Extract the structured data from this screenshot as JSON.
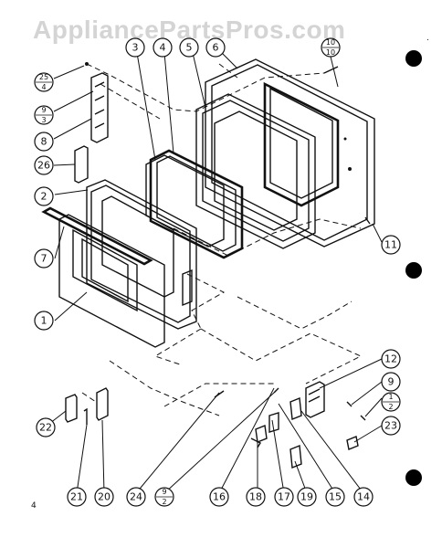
{
  "watermark": "AppliancePartsPros.com",
  "page_number": "4",
  "callouts": [
    {
      "id": "c1",
      "label": "1"
    },
    {
      "id": "c2",
      "label": "2"
    },
    {
      "id": "c3",
      "label": "3"
    },
    {
      "id": "c4",
      "label": "4"
    },
    {
      "id": "c5",
      "label": "5"
    },
    {
      "id": "c6",
      "label": "6"
    },
    {
      "id": "c7",
      "label": "7"
    },
    {
      "id": "c8",
      "label": "8"
    },
    {
      "id": "c9",
      "label": "9"
    },
    {
      "id": "c11",
      "label": "11"
    },
    {
      "id": "c12",
      "label": "12"
    },
    {
      "id": "c14",
      "label": "14"
    },
    {
      "id": "c15",
      "label": "15"
    },
    {
      "id": "c16",
      "label": "16"
    },
    {
      "id": "c17",
      "label": "17"
    },
    {
      "id": "c18",
      "label": "18"
    },
    {
      "id": "c19",
      "label": "19"
    },
    {
      "id": "c20",
      "label": "20"
    },
    {
      "id": "c21",
      "label": "21"
    },
    {
      "id": "c22",
      "label": "22"
    },
    {
      "id": "c23",
      "label": "23"
    },
    {
      "id": "c24",
      "label": "24"
    },
    {
      "id": "c26",
      "label": "26"
    }
  ],
  "fraction_callouts": [
    {
      "id": "f1",
      "top": "10",
      "bottom": "10"
    },
    {
      "id": "f2",
      "top": "25",
      "bottom": "4"
    },
    {
      "id": "f3",
      "top": "9",
      "bottom": "3"
    },
    {
      "id": "f4",
      "top": "1",
      "bottom": "2"
    },
    {
      "id": "f5",
      "top": "9",
      "bottom": "2"
    }
  ]
}
